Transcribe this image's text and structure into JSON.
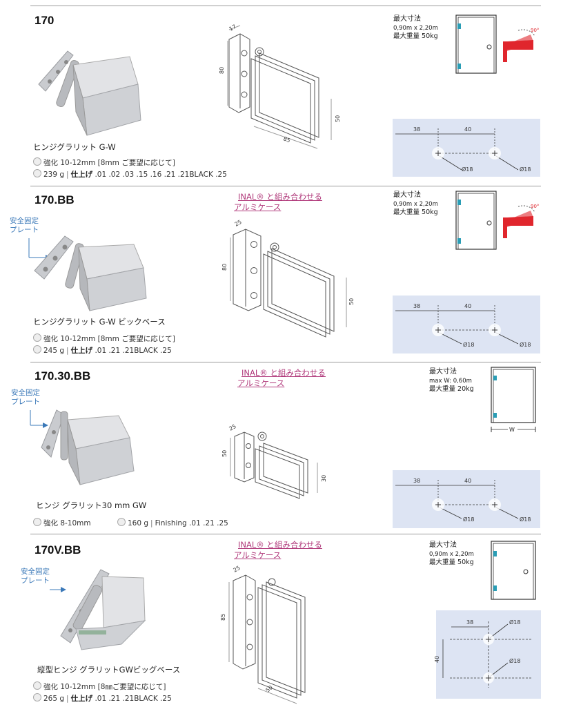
{
  "products": [
    {
      "code": "170",
      "product_name": "ヒンジグラリット G-W",
      "spec_glass": "強化 10-12mm [8mm ご要望に応じて]",
      "spec_weight": "239 g",
      "spec_finish_label": "仕上げ",
      "spec_finish": ".01 .02 .03 .15 .16 .21 .21BLACK .25",
      "limits_title": "最大寸法",
      "limits_size": "0,90m x 2,20m",
      "limits_weight": "最大重量 50kg",
      "angle": "90°",
      "dim_a": "17",
      "dim_b": "80",
      "dim_c": "85",
      "dim_d": "50",
      "hole_spacing_1": "38",
      "hole_spacing_2": "40",
      "hole_dia": "Ø18"
    },
    {
      "code": "170.BB",
      "inal_line1": "INAL® と組み合わせる",
      "inal_line2": "アルミケース",
      "plate_label_1": "安全固定",
      "plate_label_2": "プレート",
      "product_name": "ヒンジグラリット G-W ビックベース",
      "spec_glass": "強化 10-12mm [8mm ご要望に応じて]",
      "spec_weight": "245 g",
      "spec_finish_label": "仕上げ",
      "spec_finish": ".01 .21 .21BLACK .25",
      "limits_title": "最大寸法",
      "limits_size": "0,90m x 2,20m",
      "limits_weight": "最大重量 50kg",
      "angle": "90°",
      "dim_a": "25",
      "dim_b": "80",
      "dim_d": "50",
      "hole_spacing_1": "38",
      "hole_spacing_2": "40",
      "hole_dia": "Ø18"
    },
    {
      "code": "170.30.BB",
      "inal_line1": "INAL® と組み合わせる",
      "inal_line2": "アルミケース",
      "plate_label_1": "安全固定",
      "plate_label_2": "プレート",
      "product_name": "ヒンジ グラリット30 mm  GW",
      "spec_glass": "強化 8-10mm",
      "spec_weight": "160 g",
      "spec_finish_label": "Finishing",
      "spec_finish": ".01 .21 .25",
      "limits_title": "最大寸法",
      "limits_size": "max W: 0,60m",
      "limits_weight": "最大重量 20kg",
      "width_label": "W",
      "dim_a": "25",
      "dim_b": "50",
      "dim_d": "30",
      "hole_spacing_1": "38",
      "hole_spacing_2": "40",
      "hole_dia": "Ø18"
    },
    {
      "code": "170V.BB",
      "inal_line1": "INAL® と組み合わせる",
      "inal_line2": "アルミケース",
      "plate_label_1": "安全固定",
      "plate_label_2": "プレート",
      "product_name": "縦型ヒンジ グラリットGWビッグベース",
      "spec_glass": "強化 10-12mm [8㎜ご要望に応じて]",
      "spec_weight": "265 g",
      "spec_finish_label": "仕上げ",
      "spec_finish": ".01 .21 .21BLACK .25",
      "limits_title": "最大寸法",
      "limits_size": "0,90m x 2,20m",
      "limits_weight": "最大重量 50kg",
      "dim_a": "25",
      "dim_b": "85",
      "dim_c": "50",
      "hole_spacing_1": "38",
      "hole_spacing_2": "40",
      "hole_dia": "Ø18"
    }
  ],
  "colors": {
    "plate_label": "#3a78b8",
    "inal_label": "#b0387a",
    "panel_bg": "#dde4f3",
    "door_hinge": "#2a9db5",
    "arrow_red": "#e0262d"
  }
}
